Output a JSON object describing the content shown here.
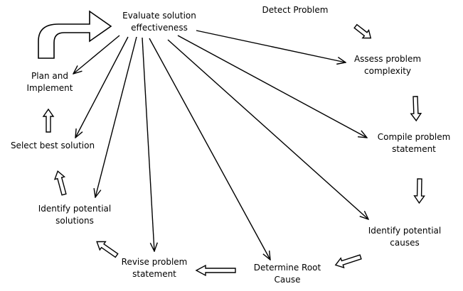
{
  "diagram": {
    "nodes": {
      "evaluate": [
        "Evaluate solution",
        "effectiveness"
      ],
      "detect": [
        "Detect Problem"
      ],
      "assess": [
        "Assess problem",
        "complexity"
      ],
      "compile": [
        "Compile problem",
        "statement"
      ],
      "identify_causes": [
        "Identify potential",
        "causes"
      ],
      "root_cause": [
        "Determine Root",
        "Cause"
      ],
      "revise": [
        "Revise problem",
        "statement"
      ],
      "identify_solutions": [
        "Identify potential",
        "solutions"
      ],
      "select": [
        "Select best solution"
      ],
      "plan": [
        "Plan and",
        "Implement"
      ]
    },
    "cycle_order": [
      "detect",
      "assess",
      "compile",
      "identify_causes",
      "root_cause",
      "revise",
      "identify_solutions",
      "select",
      "plan",
      "evaluate"
    ],
    "feedback_from": "evaluate",
    "feedback_to": [
      "plan",
      "select",
      "identify_solutions",
      "revise",
      "root_cause",
      "identify_causes",
      "compile",
      "assess"
    ],
    "colors": {
      "line": "#000000",
      "text": "#000000",
      "background": "#ffffff"
    }
  }
}
